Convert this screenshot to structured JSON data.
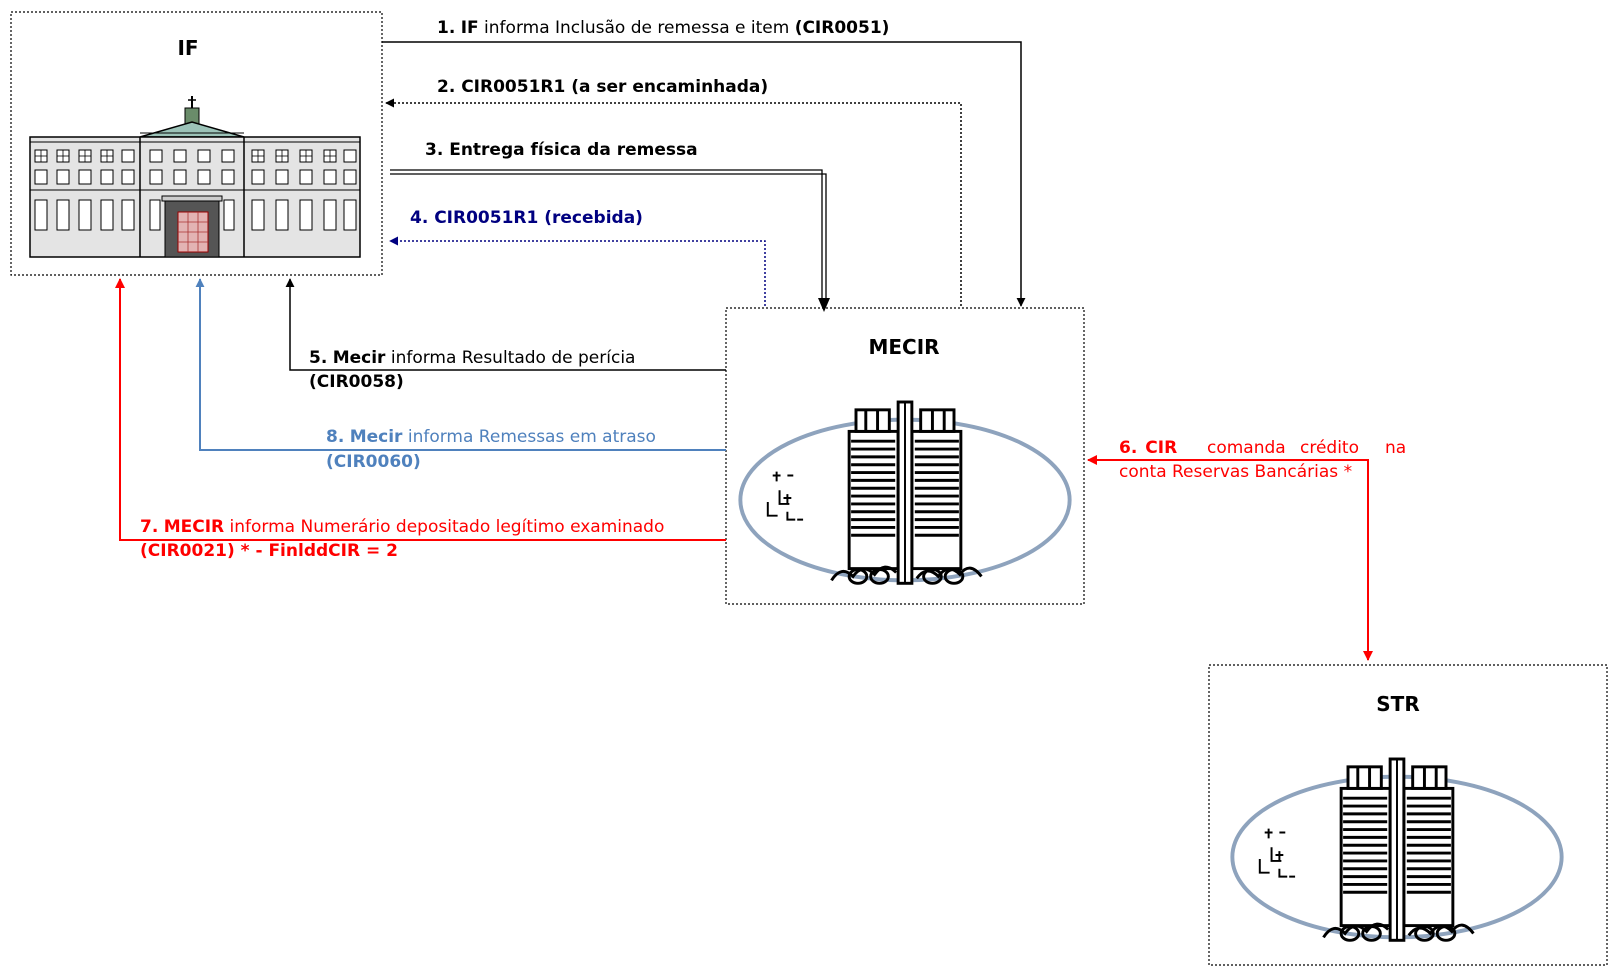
{
  "entities": {
    "if": {
      "title": "IF"
    },
    "mecir": {
      "title": "MECIR"
    },
    "str": {
      "title": "STR"
    }
  },
  "flows": {
    "f1": {
      "num": "1.",
      "actor": "IF",
      "text": " informa Inclusão de remessa e item ",
      "code": "(CIR0051)"
    },
    "f2": {
      "label": "2. CIR0051R1 (a ser encaminhada)"
    },
    "f3": {
      "label": "3. Entrega física da remessa"
    },
    "f4": {
      "label": "4. CIR0051R1 (recebida)"
    },
    "f5": {
      "num": "5.",
      "actor": "Mecir",
      "text": " informa Resultado de perícia",
      "code": "(CIR0058)"
    },
    "f6": {
      "num": "6.",
      "actor": "CIR",
      "text1": "comanda",
      "text2": "crédito",
      "text3": "na",
      "line2": "conta Reservas Bancárias *"
    },
    "f7": {
      "num": "7.",
      "actor": "MECIR",
      "text": " informa Numerário depositado legítimo examinado",
      "code": "(CIR0021) *  - FinlddCIR = 2"
    },
    "f8": {
      "num": "8.",
      "actor": "Mecir",
      "text": " informa Remessas em atraso",
      "code": "(CIR0060)"
    }
  },
  "colors": {
    "black": "#000000",
    "red": "#ff0000",
    "navy": "#000080",
    "steel": "#4f81bd",
    "oval_border": "#8ea3bd"
  },
  "icons": [
    "bank-building-icon",
    "central-bank-tower-icon"
  ]
}
